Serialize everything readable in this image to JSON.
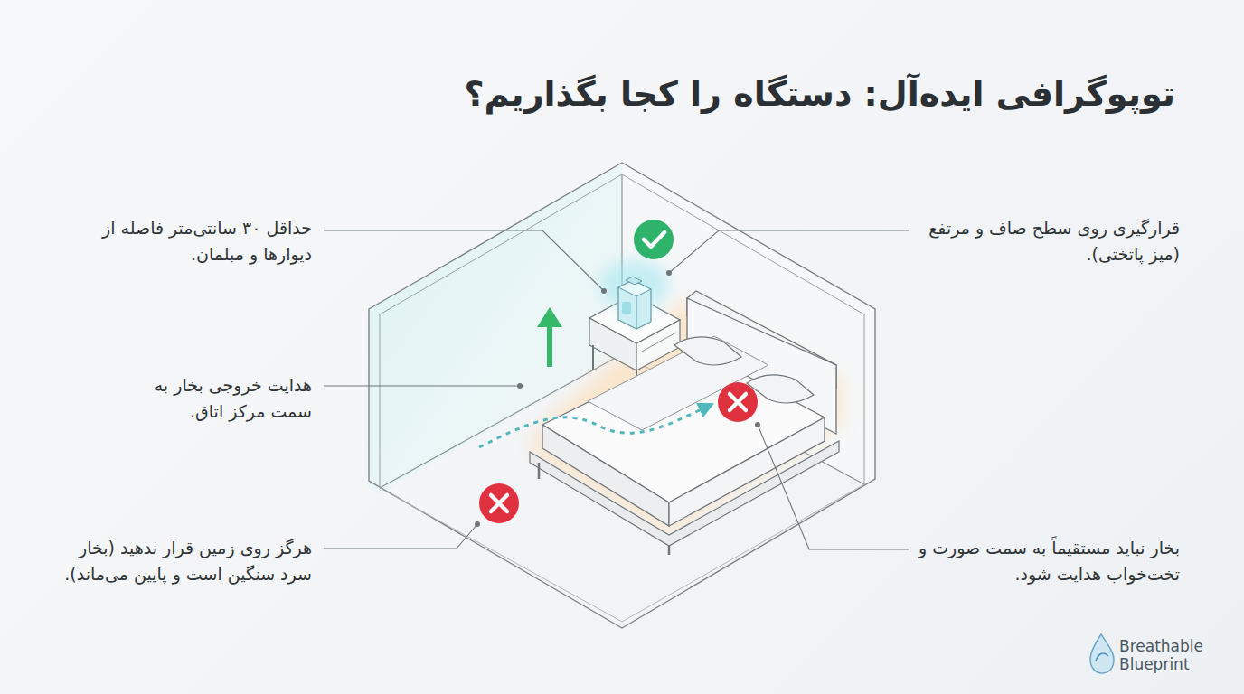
{
  "diagram": {
    "title": "توپوگرافی ایده‌آل: دستگاه را کجا بگذاریم؟",
    "labels": [
      "قرارگیری روی سطح صاف و مرتفع (میز پاتختی).",
      "حداقل ۳۰ سانتی‌متر فاصله از دیوارها و مبلمان.",
      "هدایت خروجی بخار به سمت مرکز اتاق.",
      "بخار نباید مستقیماً به سمت صورت و تخت‌خواب هدایت شود.",
      "هرگز روی زمین قرار ندهید (بخار سرد سنگین است و پایین می‌ماند).",
      "Breathable Blueprint"
    ]
  }
}
